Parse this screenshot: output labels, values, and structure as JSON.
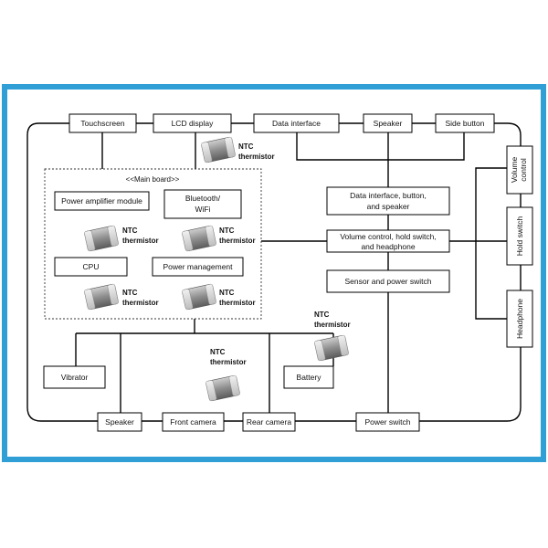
{
  "logo": {
    "name": "brand-logo"
  },
  "main_board_label": "<<Main board>>",
  "ntc": {
    "line1": "NTC",
    "line2": "thermistor"
  },
  "top": {
    "touchscreen": "Touchscreen",
    "lcd_display": "LCD display",
    "data_interface": "Data interface",
    "speaker": "Speaker",
    "side_button": "Side button"
  },
  "board": {
    "power_amp": "Power amplifier module",
    "bluetooth_1": "Bluetooth/",
    "bluetooth_2": "WiFi",
    "cpu": "CPU",
    "power_mgmt": "Power management"
  },
  "middle": {
    "dibs_1": "Data interface, button,",
    "dibs_2": "and speaker",
    "vchh_1": "Volume control, hold switch,",
    "vchh_2": "and headphone",
    "sensor": "Sensor and power switch"
  },
  "right": {
    "volume_1": "Volume",
    "volume_2": "control",
    "hold": "Hold switch",
    "headphone": "Headphone"
  },
  "lower": {
    "vibrator": "Vibrator",
    "battery": "Battery"
  },
  "bottom": {
    "speaker": "Speaker",
    "front_camera": "Front camera",
    "rear_camera": "Rear camera",
    "power_switch": "Power switch"
  }
}
